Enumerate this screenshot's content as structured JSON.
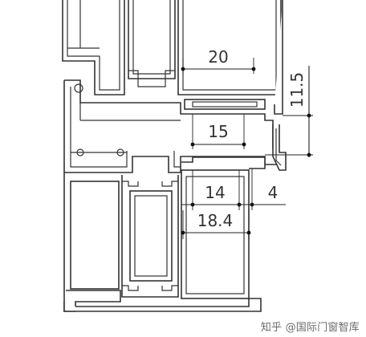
{
  "diagram": {
    "dimensions": {
      "d20": "20",
      "d11_5": "11.5",
      "d15": "15",
      "d14": "14",
      "d4": "4",
      "d18_4": "18.4"
    },
    "colors": {
      "line": "#333333",
      "background": "#ffffff"
    }
  },
  "watermark": {
    "text": "知乎 @国际门窗智库"
  }
}
